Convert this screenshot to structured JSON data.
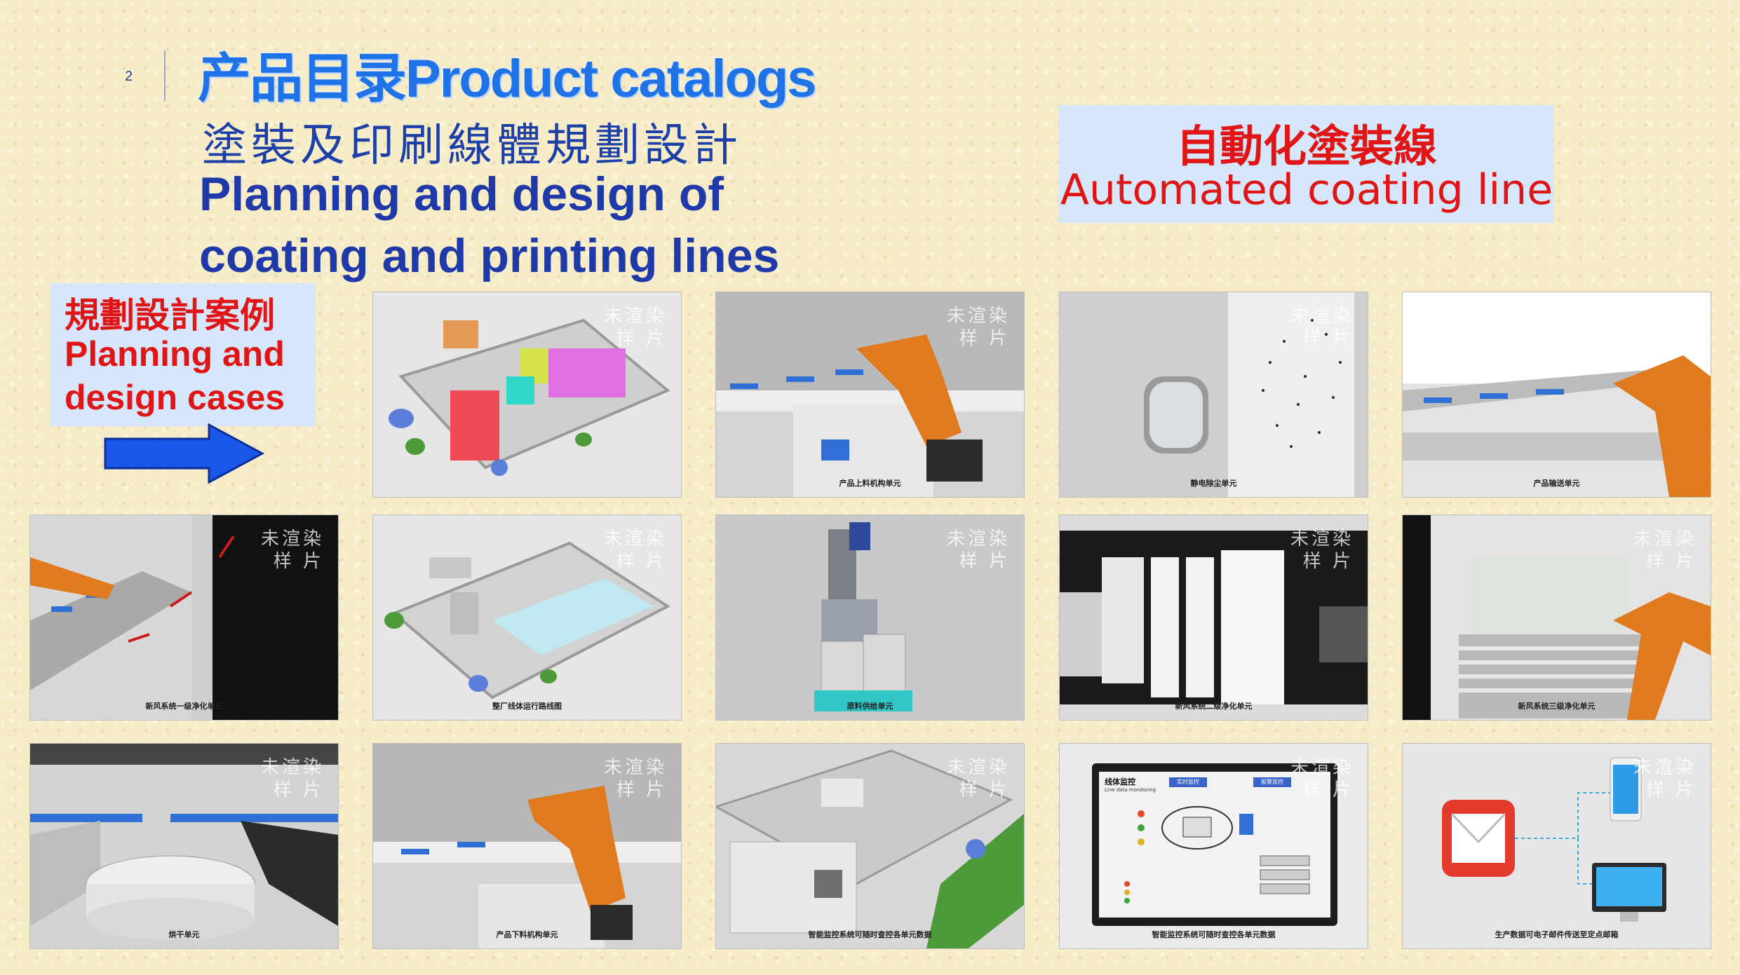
{
  "page": {
    "number": "2",
    "title": "产品目录Product catalogs",
    "subtitle_zh": "塗裝及印刷線體規劃設計",
    "subtitle_en_line1": "Planning and design of",
    "subtitle_en_line2": "coating and printing lines"
  },
  "tag": {
    "zh": "自動化塗裝線",
    "en": "Automated coating line"
  },
  "case_box": {
    "line1": "規劃設計案例",
    "line2": "Planning and",
    "line3": "design cases"
  },
  "watermark": {
    "line1": "未渲染",
    "line2": "样 片"
  },
  "tiles": [
    {
      "caption": ""
    },
    {
      "caption": "产品上料机构单元"
    },
    {
      "caption": "静电除尘单元"
    },
    {
      "caption": "产品输送单元"
    },
    {
      "caption": "新风系统一级净化单元"
    },
    {
      "caption": "整厂线体运行路线图"
    },
    {
      "caption": "原料供给单元"
    },
    {
      "caption": "新风系统二级净化单元"
    },
    {
      "caption": "新风系统三级净化单元"
    },
    {
      "caption": "烘干单元"
    },
    {
      "caption": "产品下料机构单元"
    },
    {
      "caption": "智能监控系统可随时查控各单元数据"
    },
    {
      "caption": "智能监控系统可随时查控各单元数据"
    },
    {
      "caption": "生产数据可电子邮件传送至定点邮箱"
    }
  ],
  "monitor": {
    "heading": "线体监控",
    "heading_en": "Line data monitoring",
    "left_btn": "实时监控",
    "right_btn": "报警监控"
  },
  "colors": {
    "title_blue": "#1f73e6",
    "subtitle_blue": "#1f3aa8",
    "accent_red": "#e01515",
    "box_fill": "#d6e7fb",
    "arrow_blue": "#1a56e8",
    "robot_orange": "#e07a1f"
  }
}
